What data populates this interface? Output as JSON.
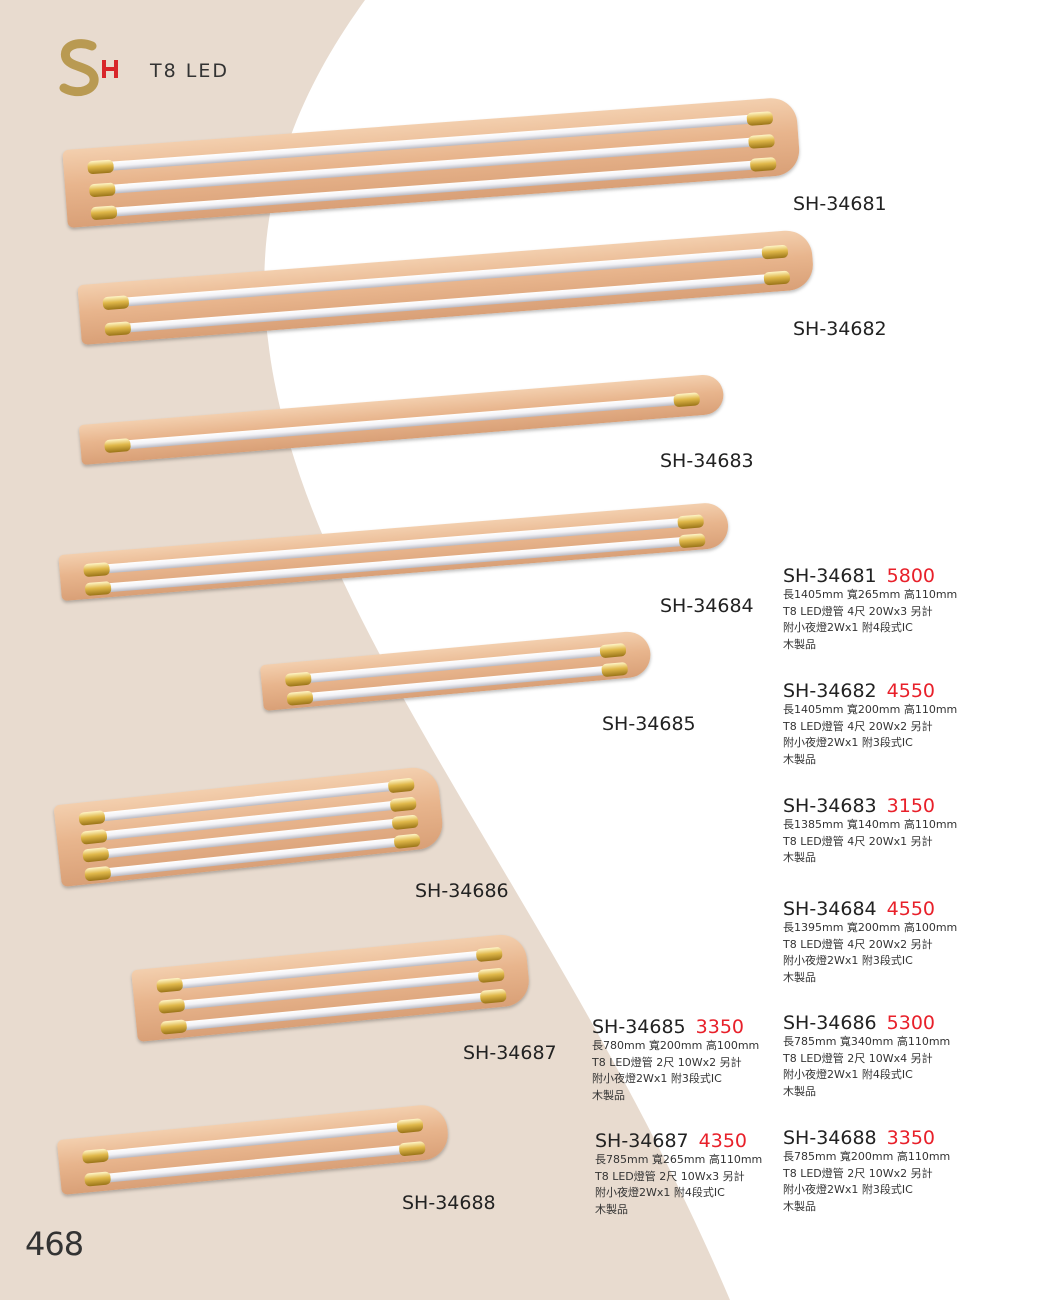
{
  "header": {
    "category": "T8 LED",
    "logo_text": "SH"
  },
  "colors": {
    "price": "#e8202a",
    "background_shape": "#e8dbcf"
  },
  "lamps": [
    {
      "model": "SH-34681",
      "tubes": 3
    },
    {
      "model": "SH-34682",
      "tubes": 2
    },
    {
      "model": "SH-34683",
      "tubes": 1
    },
    {
      "model": "SH-34684",
      "tubes": 2
    },
    {
      "model": "SH-34685",
      "tubes": 2
    },
    {
      "model": "SH-34686",
      "tubes": 4
    },
    {
      "model": "SH-34687",
      "tubes": 3
    },
    {
      "model": "SH-34688",
      "tubes": 2
    }
  ],
  "specs": [
    {
      "model": "SH-34681",
      "price": "5800",
      "lines": [
        "長1405mm 寬265mm 高110mm",
        "T8 LED燈管 4尺 20Wx3 另計",
        "附小夜燈2Wx1 附4段式IC",
        "木製品"
      ]
    },
    {
      "model": "SH-34682",
      "price": "4550",
      "lines": [
        "長1405mm 寬200mm 高110mm",
        "T8 LED燈管 4尺 20Wx2 另計",
        "附小夜燈2Wx1 附3段式IC",
        "木製品"
      ]
    },
    {
      "model": "SH-34683",
      "price": "3150",
      "lines": [
        "長1385mm 寬140mm 高110mm",
        "T8 LED燈管 4尺 20Wx1 另計",
        "木製品"
      ]
    },
    {
      "model": "SH-34684",
      "price": "4550",
      "lines": [
        "長1395mm 寬200mm 高100mm",
        "T8 LED燈管 4尺 20Wx2 另計",
        "附小夜燈2Wx1 附3段式IC",
        "木製品"
      ]
    },
    {
      "model": "SH-34685",
      "price": "3350",
      "lines": [
        "長780mm 寬200mm 高100mm",
        "T8 LED燈管 2尺 10Wx2 另計",
        "附小夜燈2Wx1 附3段式IC",
        "木製品"
      ]
    },
    {
      "model": "SH-34686",
      "price": "5300",
      "lines": [
        "長785mm 寬340mm 高110mm",
        "T8 LED燈管 2尺 10Wx4 另計",
        "附小夜燈2Wx1 附4段式IC",
        "木製品"
      ]
    },
    {
      "model": "SH-34687",
      "price": "4350",
      "lines": [
        "長785mm 寬265mm 高110mm",
        "T8 LED燈管 2尺 10Wx3 另計",
        "附小夜燈2Wx1 附4段式IC",
        "木製品"
      ]
    },
    {
      "model": "SH-34688",
      "price": "3350",
      "lines": [
        "長785mm 寬200mm 高110mm",
        "T8 LED燈管 2尺 10Wx2 另計",
        "附小夜燈2Wx1 附3段式IC",
        "木製品"
      ]
    }
  ],
  "page_number": "468"
}
